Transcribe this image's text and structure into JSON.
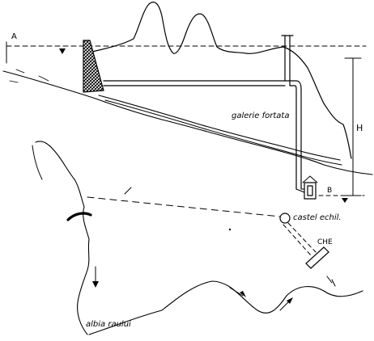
{
  "labels": {
    "point_a": "A",
    "point_b": "B",
    "head": "H",
    "gallery": "galerie fortata",
    "surge_tank": "castel echil.",
    "power_plant": "CHE",
    "river_bed": "albia raului"
  },
  "colors": {
    "ink": "#000000",
    "background": "#ffffff"
  }
}
